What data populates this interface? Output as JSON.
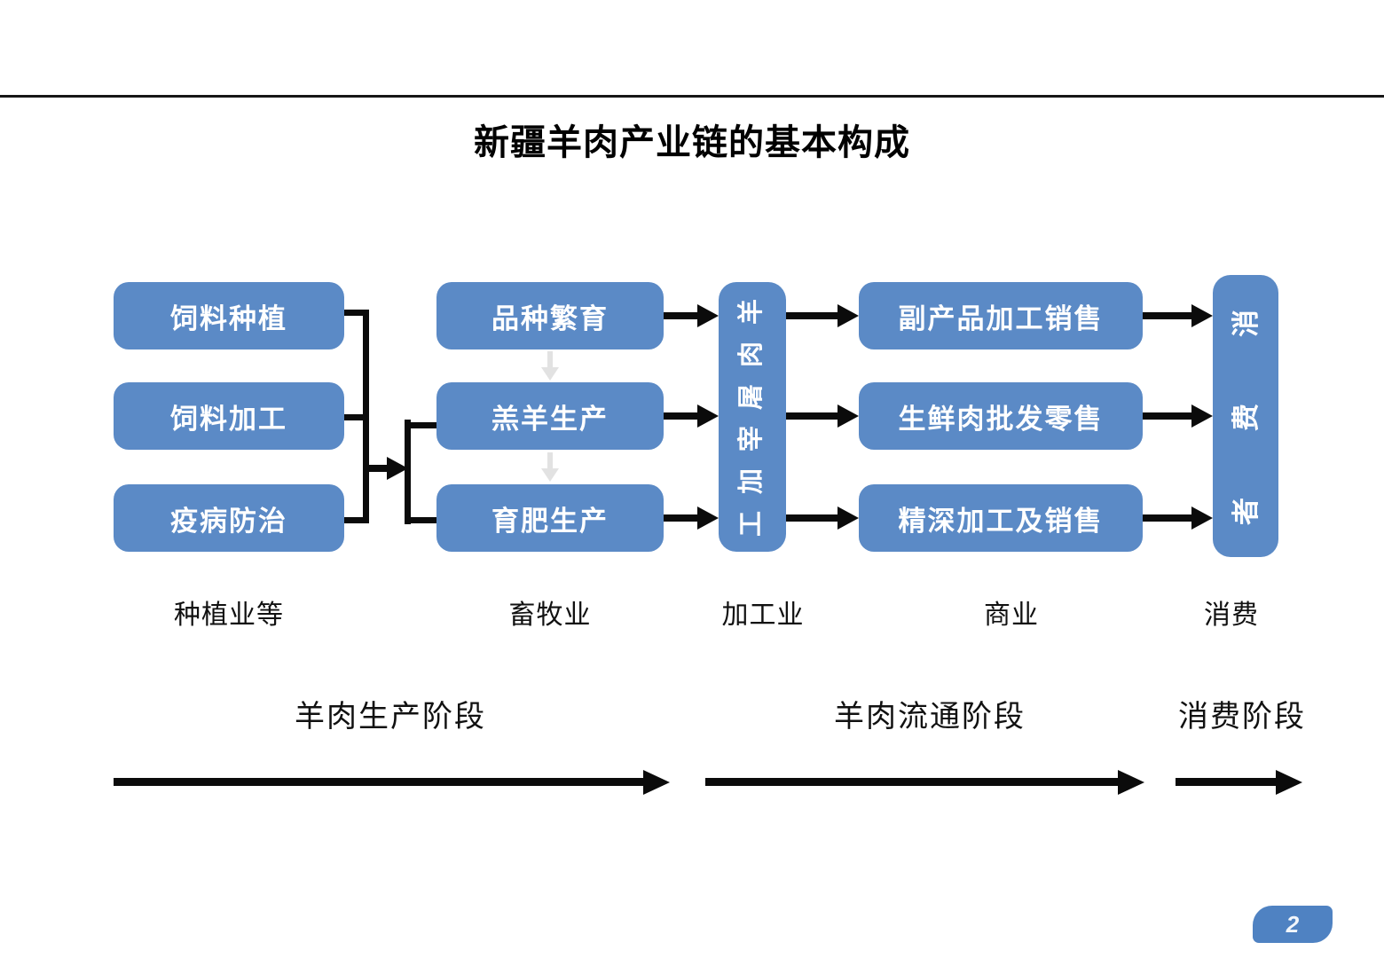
{
  "title": "新疆羊肉产业链的基本构成",
  "page_number": "2",
  "flow": {
    "left_boxes": [
      "饲料种植",
      "饲料加工",
      "疫病防治"
    ],
    "middle_boxes": [
      "品种繁育",
      "羔羊生产",
      "育肥生产"
    ],
    "slaughter_box": "羊肉屠宰加工",
    "right_boxes": [
      "副产品加工销售",
      "生鲜肉批发零售",
      "精深加工及销售"
    ],
    "consumer_box": "消费者"
  },
  "sector_labels": [
    "种植业等",
    "畜牧业",
    "加工业",
    "商业",
    "消费"
  ],
  "stage_labels": [
    "羊肉生产阶段",
    "羊肉流通阶段",
    "消费阶段"
  ],
  "colors": {
    "box_blue": "#5b8ac6",
    "badge_blue": "#4f82c2",
    "connector_black": "#0b0b0b",
    "faint_arrow_gray": "#e2e2e2"
  }
}
